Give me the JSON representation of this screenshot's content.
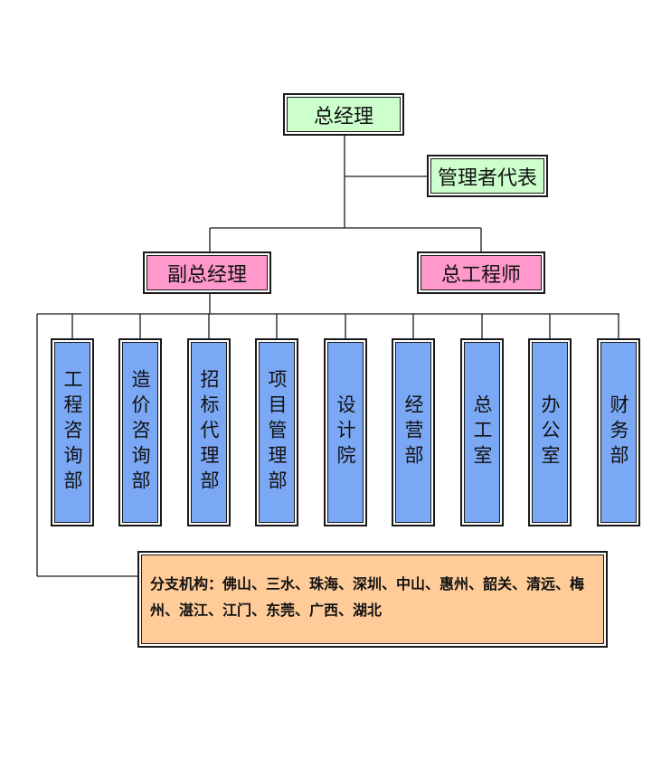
{
  "top": {
    "general_manager": "总经理",
    "management_rep": "管理者代表"
  },
  "second_level": {
    "deputy_gm": "副总经理",
    "chief_engineer": "总工程师"
  },
  "departments": [
    {
      "label": "工程咨询部"
    },
    {
      "label": "造价咨询部"
    },
    {
      "label": "招标代理部"
    },
    {
      "label": "项目管理部"
    },
    {
      "label": "设计院"
    },
    {
      "label": "经营部"
    },
    {
      "label": "总工室"
    },
    {
      "label": "办公室"
    },
    {
      "label": "财务部"
    }
  ],
  "branches": {
    "text": "分支机构：佛山、三水、珠海、深圳、中山、惠州、韶关、清远、梅州、湛江、江门、东莞、广西、湖北"
  },
  "colors": {
    "top_box": "#ccffcc",
    "second_box": "#ff99cc",
    "department_box": "#7ba8f5",
    "branch_box": "#ffcc99",
    "line": "#1a1a1a"
  }
}
